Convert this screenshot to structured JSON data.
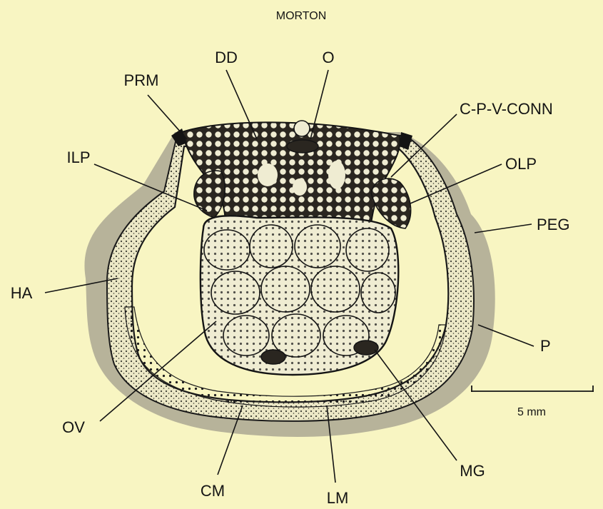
{
  "header": "MORTON",
  "labels": {
    "dd": "DD",
    "o": "O",
    "prm": "PRM",
    "cpv": "C-P-V-CONN",
    "ilp": "ILP",
    "olp": "OLP",
    "peg": "PEG",
    "ha": "HA",
    "p": "P",
    "ov": "OV",
    "cm": "CM",
    "lm": "LM",
    "mg": "MG"
  },
  "scale_bar": {
    "label": "5 mm"
  },
  "colors": {
    "background": "#f8f5c2",
    "ink": "#141414",
    "shell_shade": "#b7b39a"
  }
}
